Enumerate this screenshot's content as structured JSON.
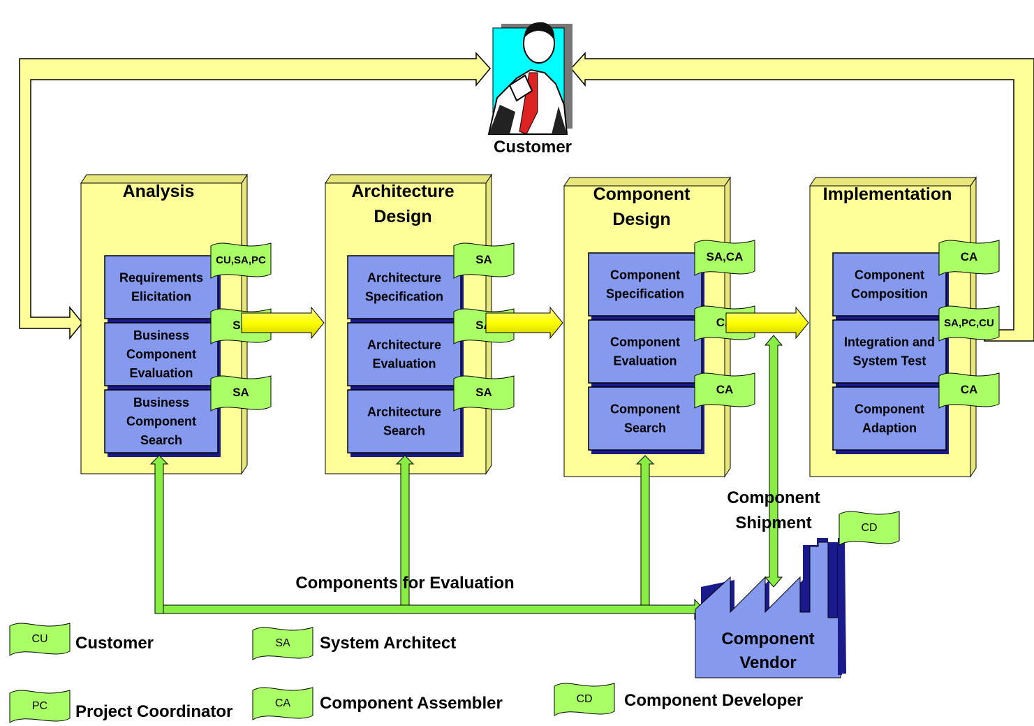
{
  "customer": {
    "label": "Customer"
  },
  "phases": [
    {
      "title_lines": [
        "Analysis"
      ],
      "tasks": [
        {
          "lines": [
            "Requirements",
            "Elicitation"
          ],
          "roles": "CU,SA,PC"
        },
        {
          "lines": [
            "Business",
            "Component",
            "Evaluation"
          ],
          "roles": "SA"
        },
        {
          "lines": [
            "Business",
            "Component",
            "Search"
          ],
          "roles": "SA"
        }
      ]
    },
    {
      "title_lines": [
        "Architecture",
        "Design"
      ],
      "tasks": [
        {
          "lines": [
            "Architecture",
            "Specification"
          ],
          "roles": "SA"
        },
        {
          "lines": [
            "Architecture",
            "Evaluation"
          ],
          "roles": "SA"
        },
        {
          "lines": [
            "Architecture",
            "Search"
          ],
          "roles": "SA"
        }
      ]
    },
    {
      "title_lines": [
        "Component",
        "Design"
      ],
      "tasks": [
        {
          "lines": [
            "Component",
            "Specification"
          ],
          "roles": "SA,CA"
        },
        {
          "lines": [
            "Component",
            "Evaluation"
          ],
          "roles": "CA"
        },
        {
          "lines": [
            "Component",
            "Search"
          ],
          "roles": "CA"
        }
      ]
    },
    {
      "title_lines": [
        "Implementation"
      ],
      "tasks": [
        {
          "lines": [
            "Component",
            "Composition"
          ],
          "roles": "CA"
        },
        {
          "lines": [
            "Integration and",
            "System Test"
          ],
          "roles": "SA,PC,CU"
        },
        {
          "lines": [
            "Component",
            "Adaption"
          ],
          "roles": "CA"
        }
      ]
    }
  ],
  "vendor": {
    "lines": [
      "Component",
      "Vendor"
    ],
    "role": "CD"
  },
  "labels": {
    "shipment": [
      "Component",
      "Shipment"
    ],
    "evaluation": "Components for Evaluation"
  },
  "legend": [
    {
      "abbr": "CU",
      "label": "Customer"
    },
    {
      "abbr": "SA",
      "label": "System Architect"
    },
    {
      "abbr": "PC",
      "label": "Project Coordinator"
    },
    {
      "abbr": "CA",
      "label": "Component Assembler"
    },
    {
      "abbr": "CD",
      "label": "Component Developer"
    }
  ],
  "colors": {
    "phase_fill": "#ffff99",
    "phase_side": "#e6e67a",
    "task_fill": "#8599ee",
    "task_shadow": "#1a1a8c",
    "flag_fill": "#aaff66",
    "green_line": "#88ee44",
    "arrow_fill": "#ffff00",
    "loop_fill": "#ffff99"
  }
}
